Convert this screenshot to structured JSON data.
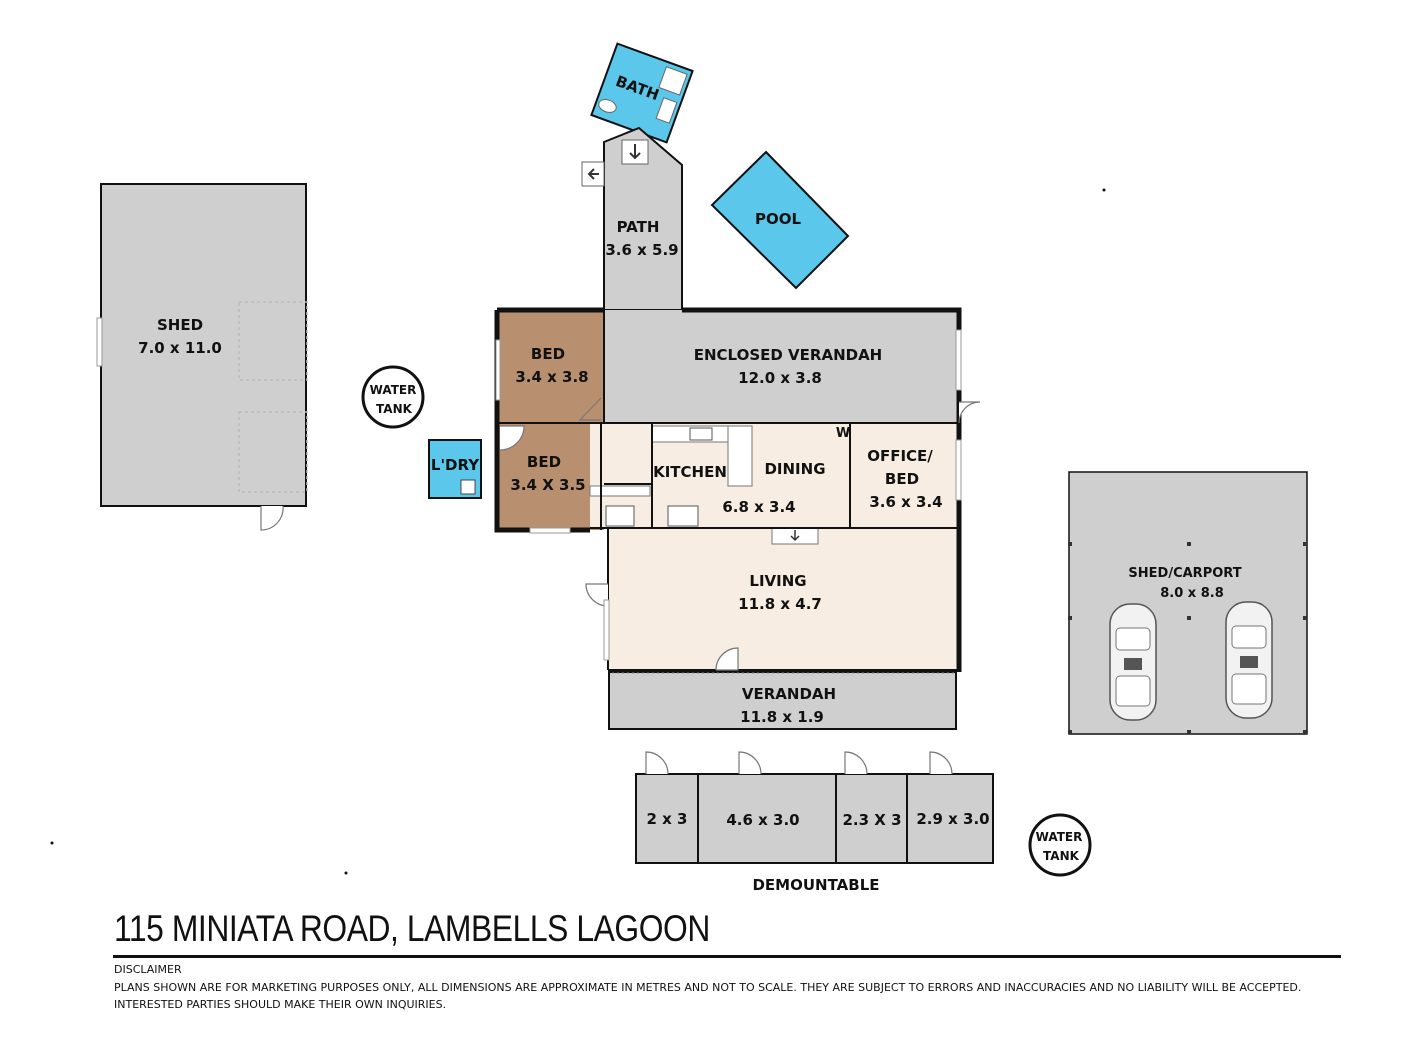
{
  "colors": {
    "grey_room": "#cfcfcf",
    "bed_room": "#b89070",
    "kitchen_living": "#f7ede2",
    "pool_blue": "#5bc7ea",
    "wall": "#111111"
  },
  "rooms": {
    "shed": {
      "name": "SHED",
      "dims": "7.0 x 11.0"
    },
    "path": {
      "name": "PATH",
      "dims": "3.6 x 5.9"
    },
    "pool": {
      "name": "POOL"
    },
    "bath": {
      "name": "BATH"
    },
    "bed1": {
      "name": "BED",
      "dims": "3.4 x 3.8"
    },
    "bed2": {
      "name": "BED",
      "dims": "3.4 X 3.5"
    },
    "enclosed_verandah": {
      "name": "ENCLOSED VERANDAH",
      "dims": "12.0 x 3.8"
    },
    "kitchen": {
      "name": "KITCHEN"
    },
    "dining": {
      "name": "DINING",
      "dims": "6.8 x 3.4"
    },
    "office": {
      "name_line1": "OFFICE/",
      "name_line2": "BED",
      "dims": "3.6 x 3.4"
    },
    "living": {
      "name": "LIVING",
      "dims": "11.8 x 4.7"
    },
    "verandah": {
      "name": "VERANDAH",
      "dims": "11.8 x 1.9"
    },
    "laundry": {
      "name": "L'DRY"
    },
    "carport": {
      "name": "SHED/CARPORT",
      "dims": "8.0 x 8.8"
    },
    "demountable": {
      "label": "DEMOUNTABLE",
      "units": [
        "2 x 3",
        "4.6 x 3.0",
        "2.3 X 3",
        "2.9 x 3.0"
      ]
    }
  },
  "water_tank_1": {
    "line1": "WATER",
    "line2": "TANK"
  },
  "water_tank_2": {
    "line1": "WATER",
    "line2": "TANK"
  },
  "wall_marker": "W",
  "title": "115 MINIATA ROAD, LAMBELLS LAGOON",
  "disclaimer": {
    "heading": "DISCLAIMER",
    "text": "PLANS SHOWN ARE FOR MARKETING PURPOSES ONLY, ALL DIMENSIONS ARE APPROXIMATE IN METRES AND NOT TO SCALE. THEY ARE SUBJECT TO ERRORS AND INACCURACIES AND NO LIABILITY WILL BE ACCEPTED. INTERESTED PARTIES SHOULD MAKE THEIR OWN INQUIRIES."
  }
}
